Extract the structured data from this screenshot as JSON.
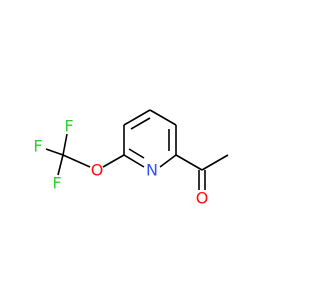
{
  "molecule": {
    "atoms": {
      "F_top": {
        "symbol": "F",
        "color": "#33CC33"
      },
      "F_left": {
        "symbol": "F",
        "color": "#33CC33"
      },
      "F_bottom": {
        "symbol": "F",
        "color": "#33CC33"
      },
      "O_ether": {
        "symbol": "O",
        "color": "#FF0D0D"
      },
      "N_ring": {
        "symbol": "N",
        "color": "#3050F8"
      },
      "O_carbonyl": {
        "symbol": "O",
        "color": "#FF0D0D"
      }
    },
    "bond_color": "#000000",
    "background": "#FFFFFF"
  }
}
